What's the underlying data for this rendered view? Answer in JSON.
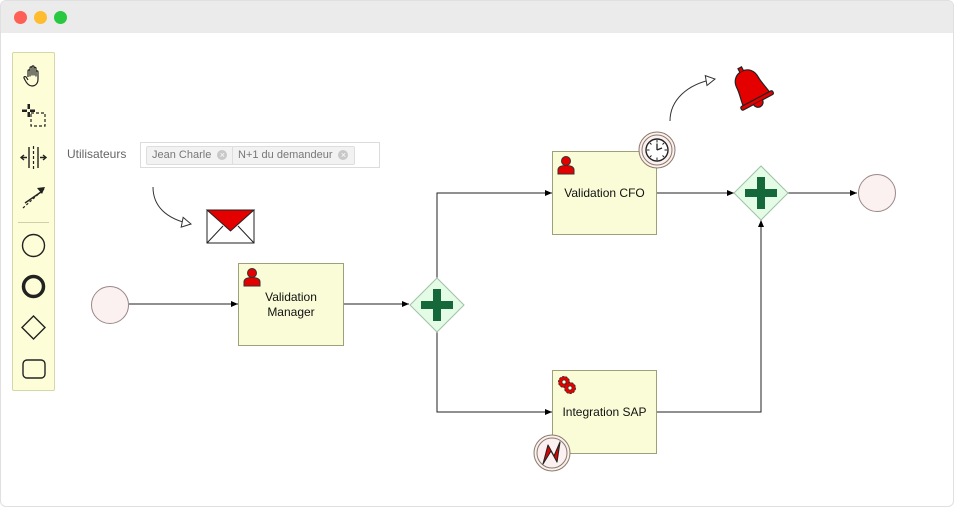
{
  "window": {
    "controls": [
      "close",
      "minimize",
      "maximize"
    ]
  },
  "palette": {
    "tools": [
      {
        "name": "hand-tool",
        "icon": "hand-icon"
      },
      {
        "name": "lasso-tool",
        "icon": "lasso-icon"
      },
      {
        "name": "space-tool",
        "icon": "space-icon"
      },
      {
        "name": "connect-tool",
        "icon": "connect-icon"
      },
      {
        "name": "start-event-tool",
        "icon": "start-event-icon"
      },
      {
        "name": "end-event-tool",
        "icon": "end-event-icon"
      },
      {
        "name": "gateway-tool",
        "icon": "gateway-icon"
      },
      {
        "name": "task-tool",
        "icon": "task-icon"
      }
    ]
  },
  "users": {
    "label": "Utilisateurs",
    "tags": [
      "Jean Charle",
      "N+1 du demandeur"
    ],
    "remove_glyph": "×"
  },
  "diagram": {
    "tasks": {
      "manager": {
        "label": "Validation Manager",
        "type": "user-task"
      },
      "cfo": {
        "label": "Validation CFO",
        "type": "user-task"
      },
      "sap": {
        "label": "Integration SAP",
        "type": "service-task"
      }
    },
    "gateways": [
      "parallel-split",
      "parallel-join"
    ],
    "events": [
      "start-event",
      "end-event",
      "timer-boundary-event",
      "error-boundary-event"
    ],
    "decorations": [
      "envelope-icon",
      "bell-icon"
    ],
    "colors": {
      "task_fill": "#fafcd7",
      "task_border": "#9ea07a",
      "event_fill": "#fcf1f1",
      "gateway_fill": "#e4fbe6",
      "gateway_plus": "#15683a",
      "accent_red": "#e50000",
      "palette_bg": "#fdfed8"
    }
  }
}
